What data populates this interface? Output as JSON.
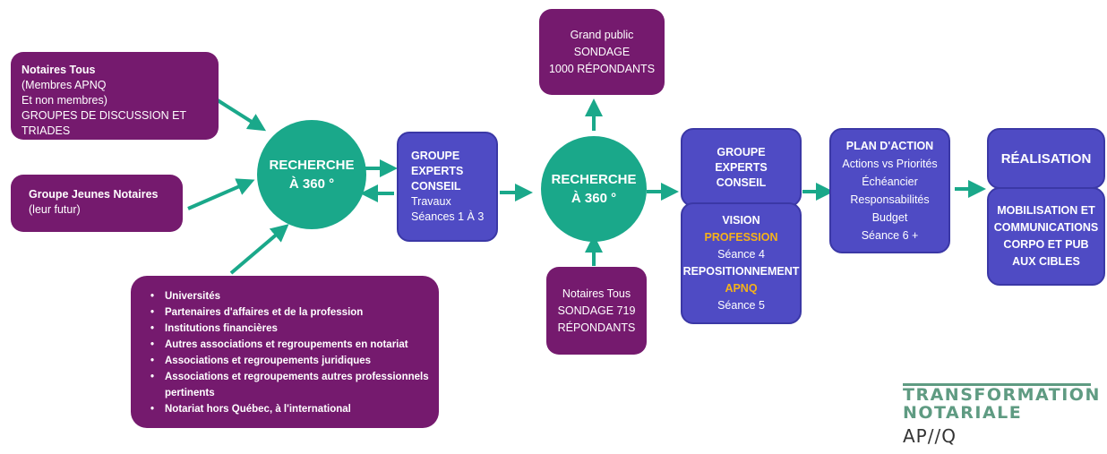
{
  "notaires_tous_box": {
    "line1": "Notaires Tous",
    "line2": "(Membres APNQ",
    "line3": "Et non membres)",
    "line4": "GROUPES DE DISCUSSION ET TRIADES"
  },
  "jeunes_box": {
    "line1": "Groupe Jeunes Notaires",
    "line2": "(leur futur)"
  },
  "stakeholders_box": {
    "items": [
      "Universités",
      "Partenaires d'affaires et de la profession",
      "Institutions financières",
      "Autres associations et regroupements en notariat",
      "Associations et regroupements juridiques",
      "Associations et regroupements autres professionnels pertinents",
      "Notariat hors Québec, à l'international"
    ]
  },
  "circle1": {
    "line1": "RECHERCHE",
    "line2": "À 360 °"
  },
  "experts_box1": {
    "line1": "GROUPE",
    "line2": "EXPERTS",
    "line3": "CONSEIL",
    "line4": "Travaux",
    "line5": "Séances 1 À 3"
  },
  "circle2": {
    "line1": "RECHERCHE",
    "line2": "À 360 °"
  },
  "grand_public_box": {
    "line1": "Grand public",
    "line2": "SONDAGE",
    "line3": "1000 RÉPONDANTS"
  },
  "notaires_sondage_box": {
    "line1": "Notaires Tous",
    "line2": "SONDAGE 719",
    "line3": "RÉPONDANTS"
  },
  "experts_box2": {
    "line1": "GROUPE",
    "line2": "EXPERTS",
    "line3": "CONSEIL"
  },
  "vision_box": {
    "line1": "VISION",
    "line2": "PROFESSION",
    "line3": "Séance 4",
    "line4": "REPOSITIONNEMENT",
    "line5": "APNQ",
    "line6": "Séance 5"
  },
  "plan_box": {
    "line1": "PLAN D'ACTION",
    "line2": "Actions vs Priorités",
    "line3": "Échéancier",
    "line4": "Responsabilités",
    "line5": "Budget",
    "line6": "Séance 6  +"
  },
  "realisation_box": {
    "label": "RÉALISATION"
  },
  "mobilisation_box": {
    "line1": "MOBILISATION ET",
    "line2": "COMMUNICATIONS",
    "line3": "CORPO ET PUB",
    "line4": "AUX CIBLES"
  },
  "logo": {
    "line1": "TRANSFORMATION",
    "line2": "NOTARIALE",
    "line3": "AP//Q"
  },
  "colors": {
    "purple": "#751a6e",
    "blue": "#4f4bc4",
    "teal": "#1aa88a",
    "gold": "#f5b21a",
    "logo_green": "#5f9b82"
  }
}
